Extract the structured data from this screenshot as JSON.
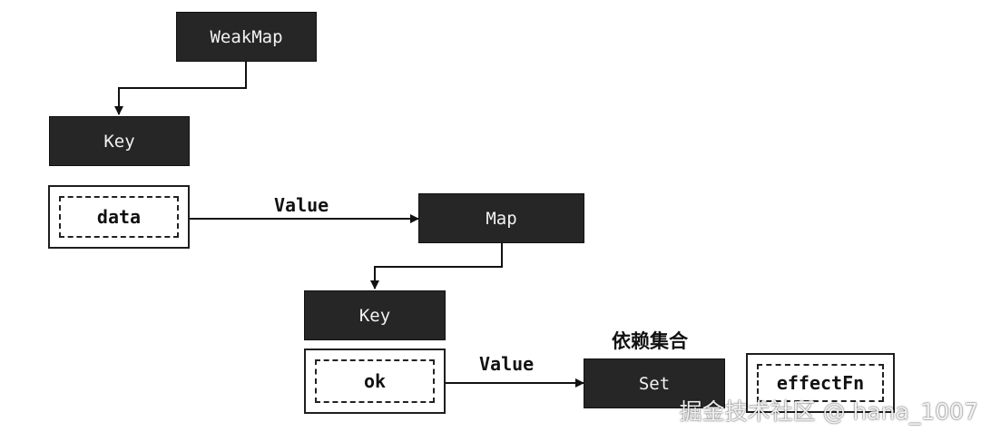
{
  "diagram": {
    "weakmap": "WeakMap",
    "key_level1": "Key",
    "data_key": "data",
    "value_label_1": "Value",
    "map": "Map",
    "key_level2": "Key",
    "ok_key": "ok",
    "value_label_2": "Value",
    "set_title": "依赖集合",
    "set": "Set",
    "effect_fn": "effectFn"
  },
  "watermark": "掘金技术社区 @ hana_1007"
}
